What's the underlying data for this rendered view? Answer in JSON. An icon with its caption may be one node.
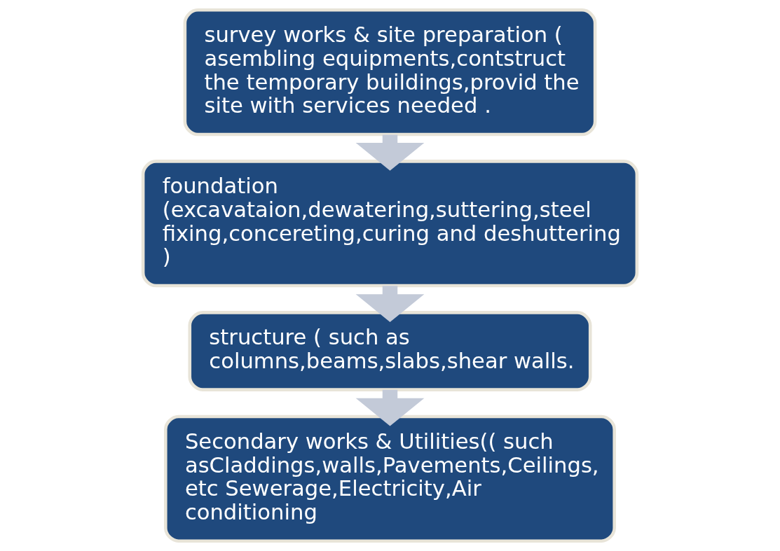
{
  "diagram": {
    "nodes": [
      {
        "text": [
          "survey works & site preparation ( asembling equipments,contstruct the temporary buildings,provid the site with services needed ."
        ]
      },
      {
        "text": [
          "foundation (excavataion,dewatering,suttering,steel fixing,concereting,curing and deshuttering )"
        ]
      },
      {
        "text": [
          "structure ( such as columns,beams,slabs,shear walls."
        ]
      },
      {
        "text": [
          "Secondary works & Utilities(( such asCladdings,walls,Pavements,Ceilings, etc Sewerage,Electricity,Air conditioning"
        ]
      }
    ],
    "edges": [
      {
        "from": 0,
        "to": 1,
        "arrow": "to"
      },
      {
        "from": 1,
        "to": 2,
        "arrow": "to"
      },
      {
        "from": 2,
        "to": 3,
        "arrow": "to"
      }
    ]
  }
}
